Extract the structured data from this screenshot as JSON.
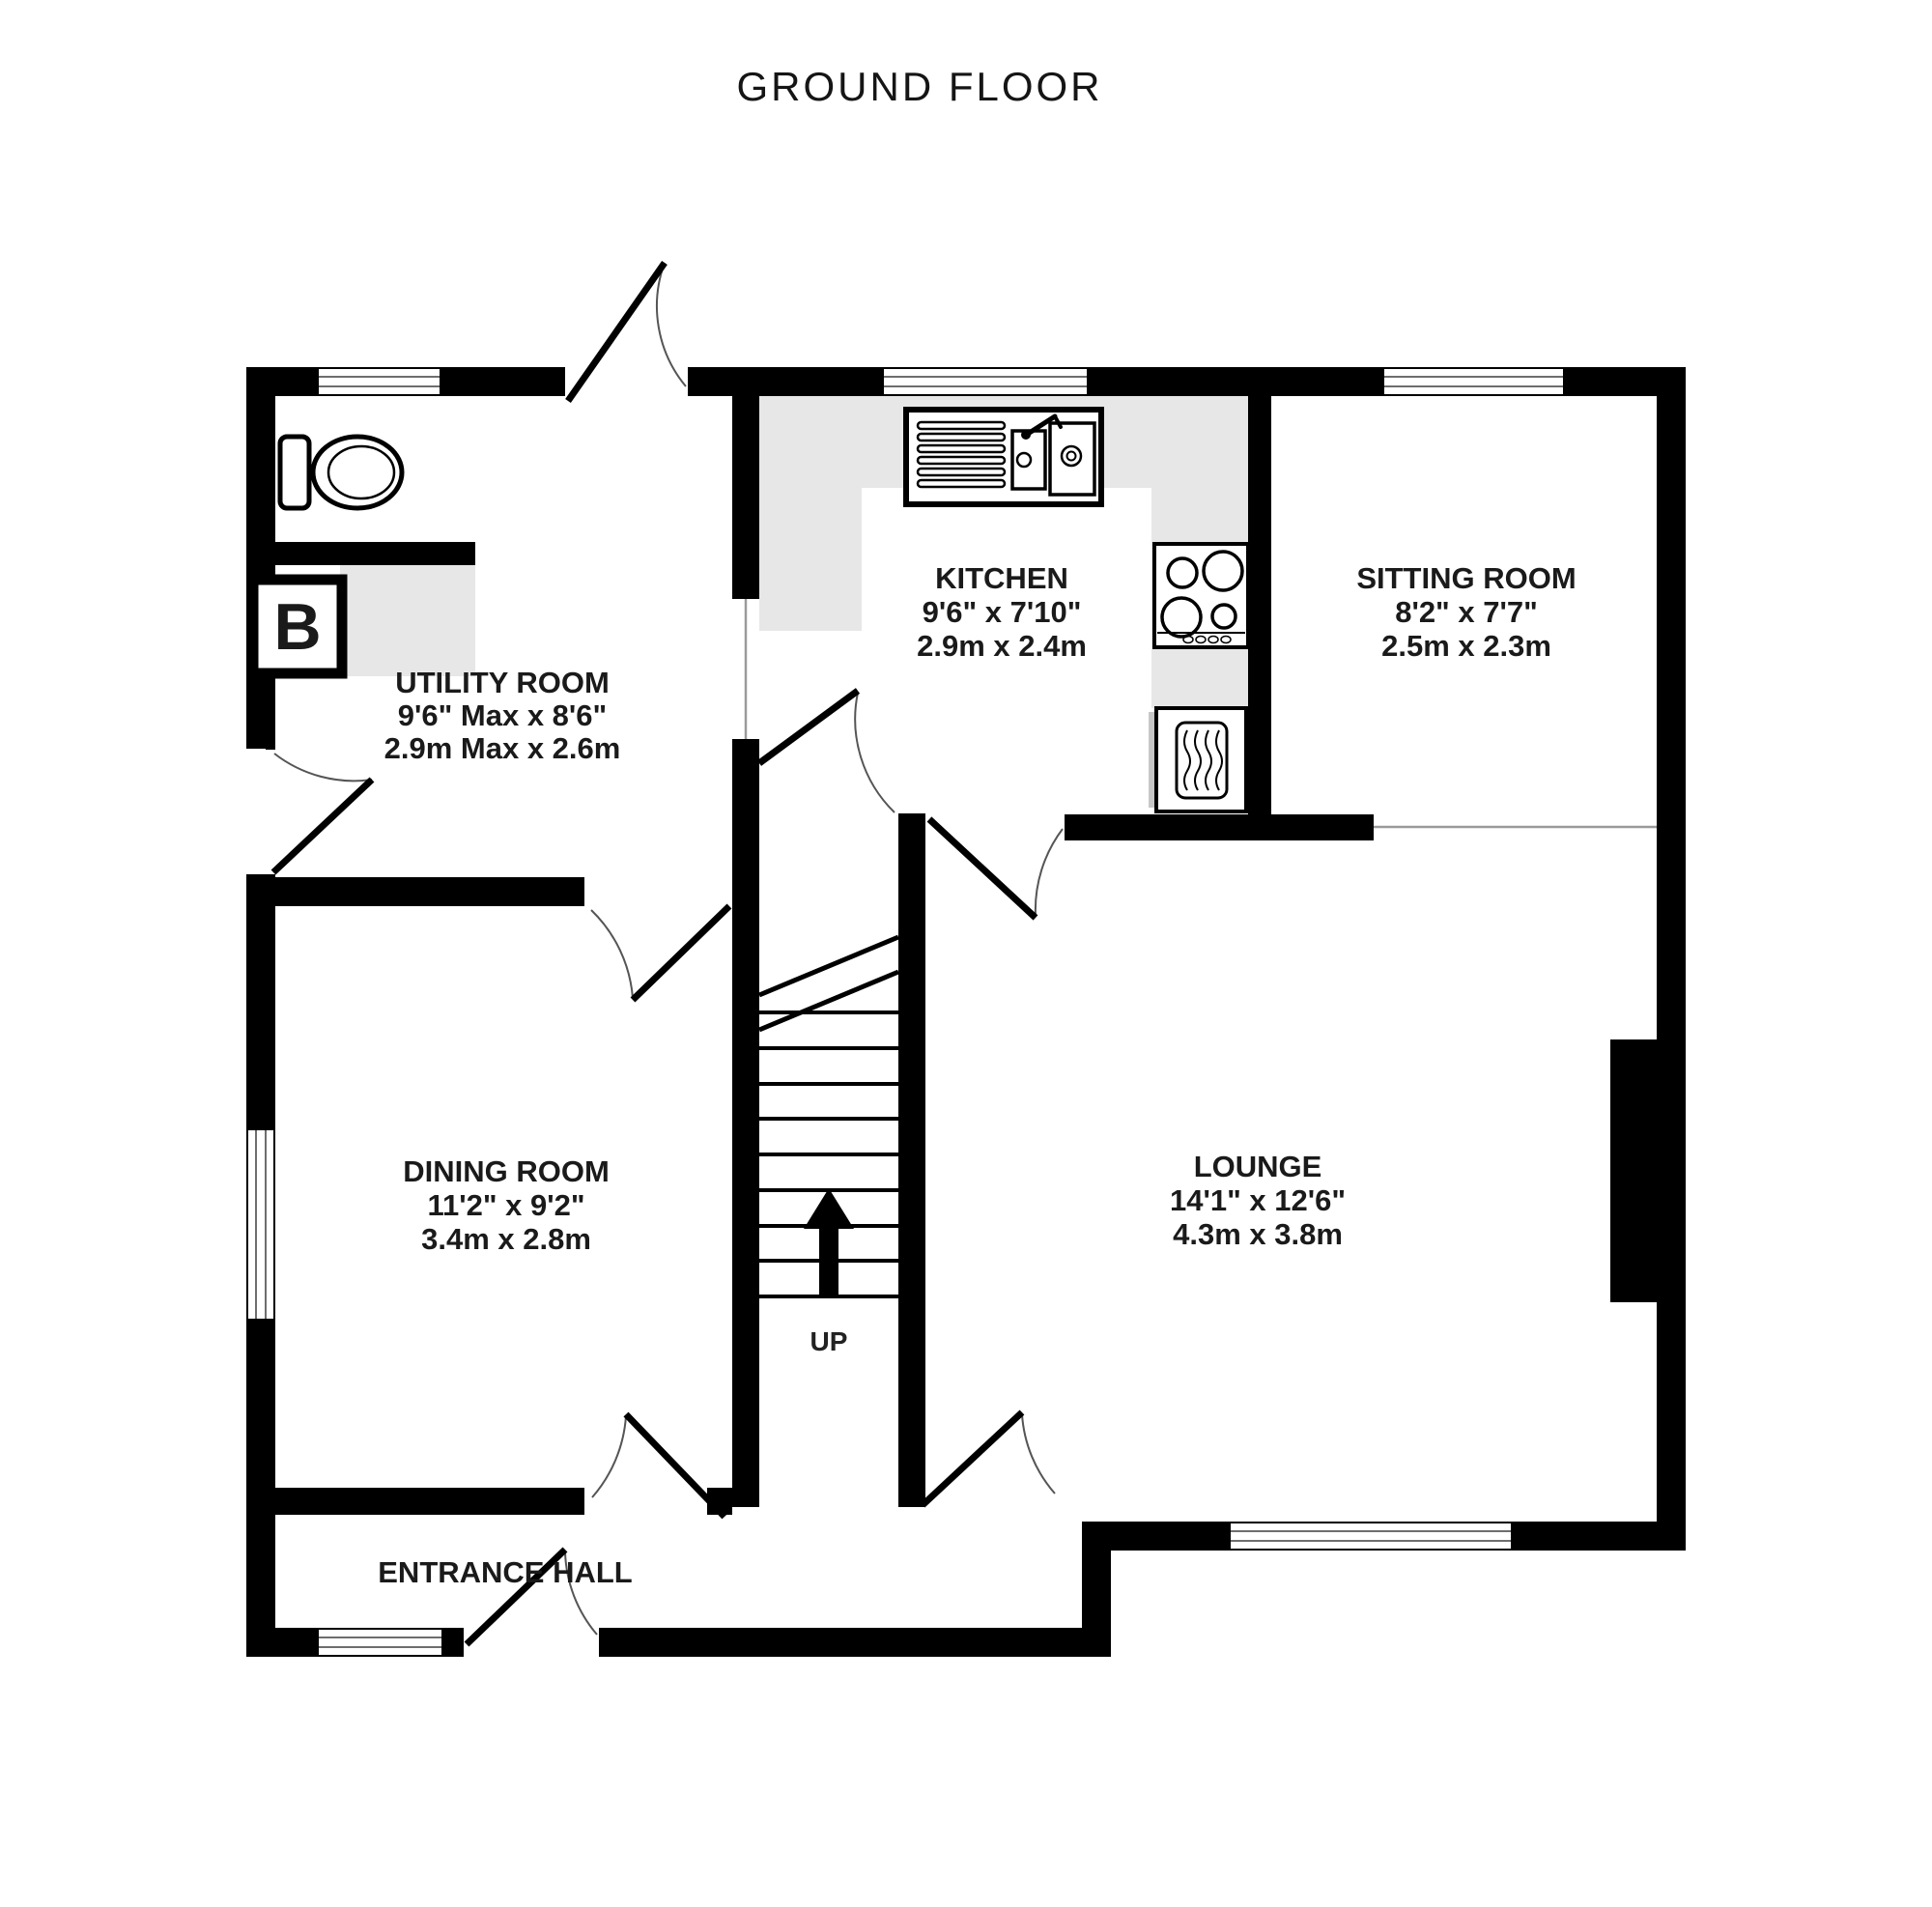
{
  "title": "GROUND FLOOR",
  "rooms": {
    "utility": {
      "name": "UTILITY ROOM",
      "imperial": "9'6\" Max x 8'6\"",
      "metric": "2.9m Max x 2.6m"
    },
    "kitchen": {
      "name": "KITCHEN",
      "imperial": "9'6\" x 7'10\"",
      "metric": "2.9m x 2.4m"
    },
    "sitting": {
      "name": "SITTING ROOM",
      "imperial": "8'2\" x 7'7\"",
      "metric": "2.5m x 2.3m"
    },
    "dining": {
      "name": "DINING ROOM",
      "imperial": "11'2\" x 9'2\"",
      "metric": "3.4m x 2.8m"
    },
    "lounge": {
      "name": "LOUNGE",
      "imperial": "14'1\" x 12'6\"",
      "metric": "4.3m x 3.8m"
    },
    "hall": {
      "name": "ENTRANCE HALL"
    }
  },
  "stairs": {
    "direction_label": "UP"
  },
  "boiler": {
    "label": "B"
  },
  "colors": {
    "wall": "#000000",
    "counter": "#e7e7e7",
    "door_arc": "#555555",
    "text": "#1a1a1a",
    "background": "#ffffff"
  }
}
